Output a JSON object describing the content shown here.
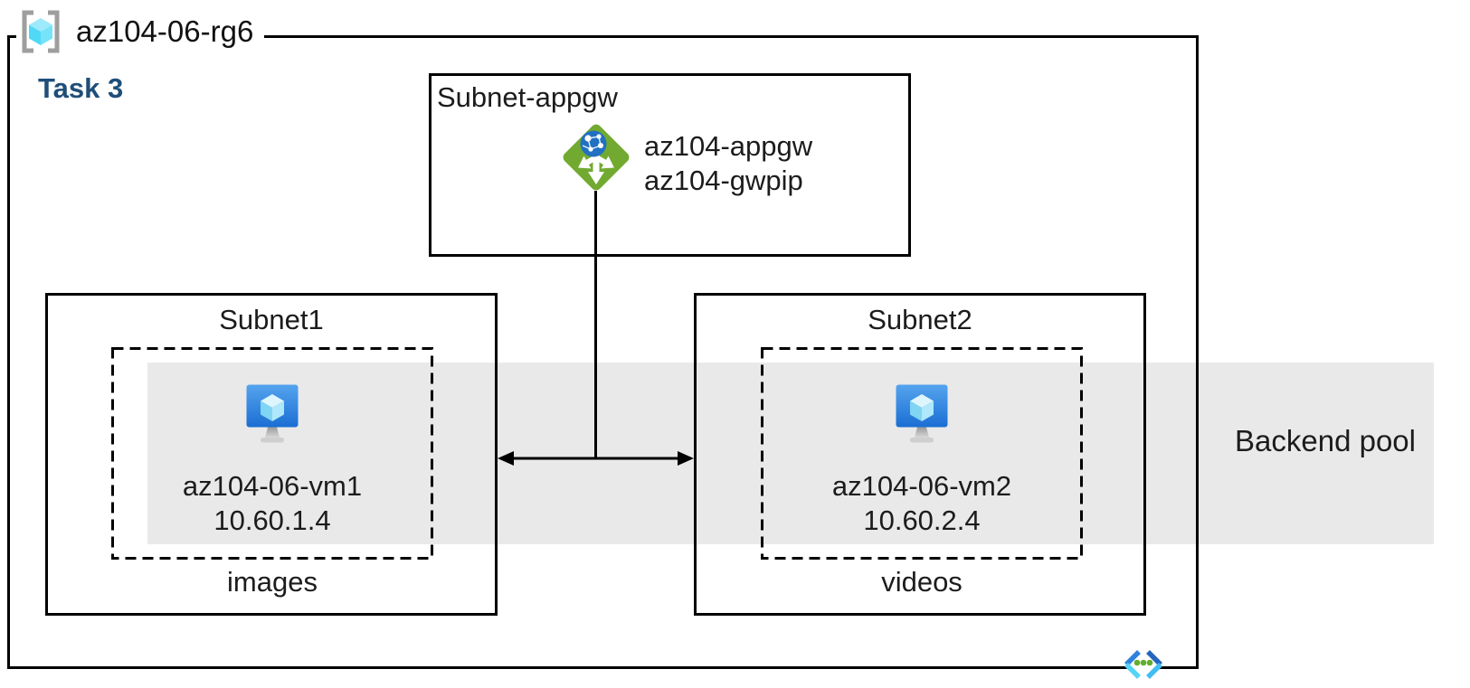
{
  "diagram": {
    "title": "az104-06-rg6",
    "task_label": "Task 3"
  },
  "appgw_subnet": {
    "label": "Subnet-appgw",
    "gateway_name": "az104-appgw",
    "public_ip_name": "az104-gwpip"
  },
  "subnet1": {
    "label": "Subnet1",
    "vm_name": "az104-06-vm1",
    "vm_ip": "10.60.1.4",
    "caption": "images"
  },
  "subnet2": {
    "label": "Subnet2",
    "vm_name": "az104-06-vm2",
    "vm_ip": "10.60.2.4",
    "caption": "videos"
  },
  "backend_pool": {
    "label": "Backend pool"
  },
  "connections": [
    {
      "from": "az104-appgw",
      "to": "Subnet1",
      "style": "arrow"
    },
    {
      "from": "az104-appgw",
      "to": "Subnet2",
      "style": "arrow"
    }
  ],
  "icons": {
    "resource_group": "resource-group-icon",
    "application_gateway": "application-gateway-icon",
    "virtual_machine": "virtual-machine-icon",
    "virtual_network": "virtual-network-icon"
  },
  "colors": {
    "backend_band": "#e9e9e9",
    "border": "#000000",
    "task_text": "#1f4e79",
    "appgw_green": "#72aa31",
    "globe_blue": "#2170c2",
    "vm_blue_top": "#55a4ee",
    "vm_blue_bottom": "#1b6ed3",
    "cube_cyan": "#50e6ff"
  }
}
